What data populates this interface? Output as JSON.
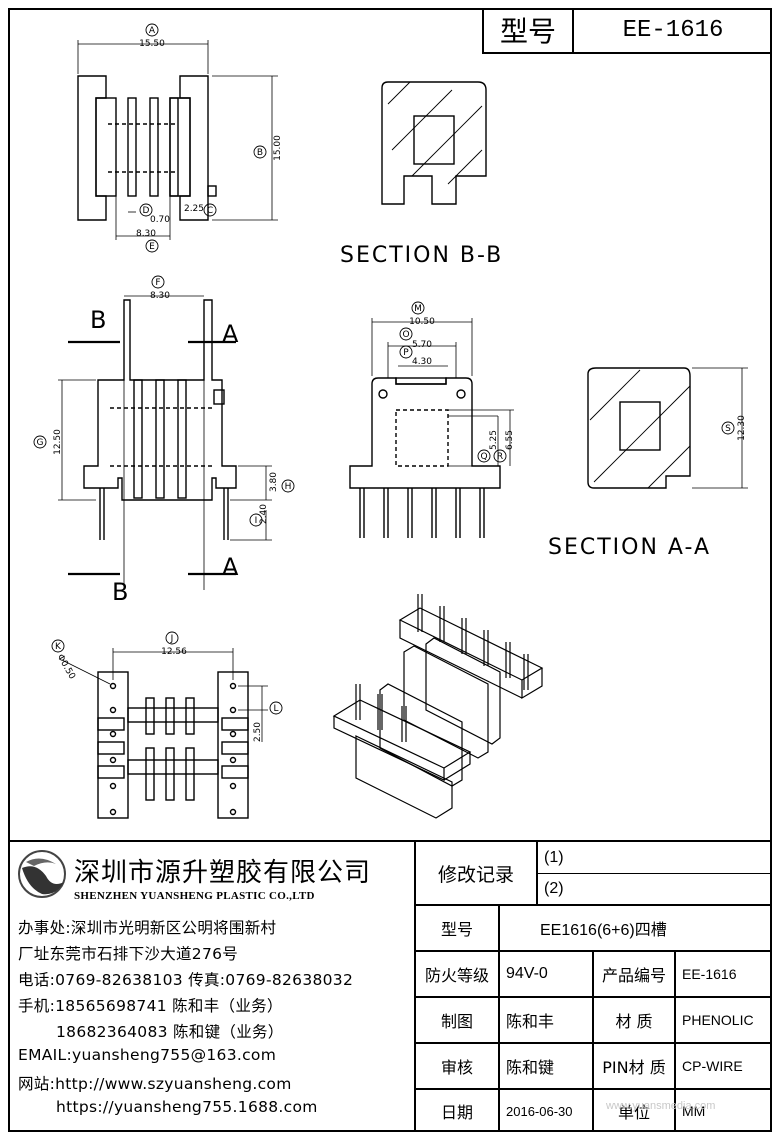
{
  "title_block": {
    "model_label": "型号",
    "model_value": "EE-1616"
  },
  "drawing": {
    "section_bb_label": "SECTION B-B",
    "section_aa_label": "SECTION A-A",
    "section_letter_b": "B",
    "section_letter_a": "A",
    "dims": {
      "A": "15.50",
      "B": "15.00",
      "C": "2.25",
      "D": "0.70",
      "E": "8.30",
      "F": "8.30",
      "G": "12.50",
      "H": "3.80",
      "I": "2.40",
      "J": "12.56",
      "K": "Φ0.50",
      "L": "2.50",
      "M": "10.50",
      "O": "5.70",
      "P": "4.30",
      "Q": "5.25",
      "R": "6.55",
      "S": "12.30"
    },
    "letters": {
      "A": "A",
      "B": "B",
      "C": "C",
      "D": "D",
      "E": "E",
      "F": "F",
      "G": "G",
      "H": "H",
      "I": "I",
      "J": "J",
      "K": "K",
      "L": "L",
      "M": "M",
      "O": "O",
      "P": "P",
      "Q": "Q",
      "R": "R",
      "S": "S"
    }
  },
  "company": {
    "name_cn": "深圳市源升塑胶有限公司",
    "name_en": "SHENZHEN YUANSHENG PLASTIC CO.,LTD",
    "office": "办事处:深圳市光明新区公明将围新村",
    "factory": "厂址东莞市石排下沙大道276号",
    "phone": "电话:0769-82638103 传真:0769-82638032",
    "mobile1": "手机:18565698741 陈和丰（业务）",
    "mobile2": "18682364083 陈和键（业务）",
    "email": "EMAIL:yuansheng755@163.com",
    "website": "网站:http://www.szyuansheng.com",
    "website2": "https://yuansheng755.1688.com"
  },
  "info_table": {
    "revision_label": "修改记录",
    "revision1": "(1)",
    "revision2": "(2)",
    "model_label": "型号",
    "model_value": "EE1616(6+6)四槽",
    "fire_label": "防火等级",
    "fire_value": "94V-0",
    "product_no_label": "产品编号",
    "product_no_value": "EE-1616",
    "drawn_label": "制图",
    "drawn_value": "陈和丰",
    "material_label": "材 质",
    "material_value": "PHENOLIC",
    "review_label": "审核",
    "review_value": "陈和键",
    "pin_label": "PIN材 质",
    "pin_value": "CP-WIRE",
    "date_label": "日期",
    "date_value": "2016-06-30",
    "unit_label": "单位",
    "unit_value": "MM"
  },
  "watermark": "www.yuansmedia.com"
}
